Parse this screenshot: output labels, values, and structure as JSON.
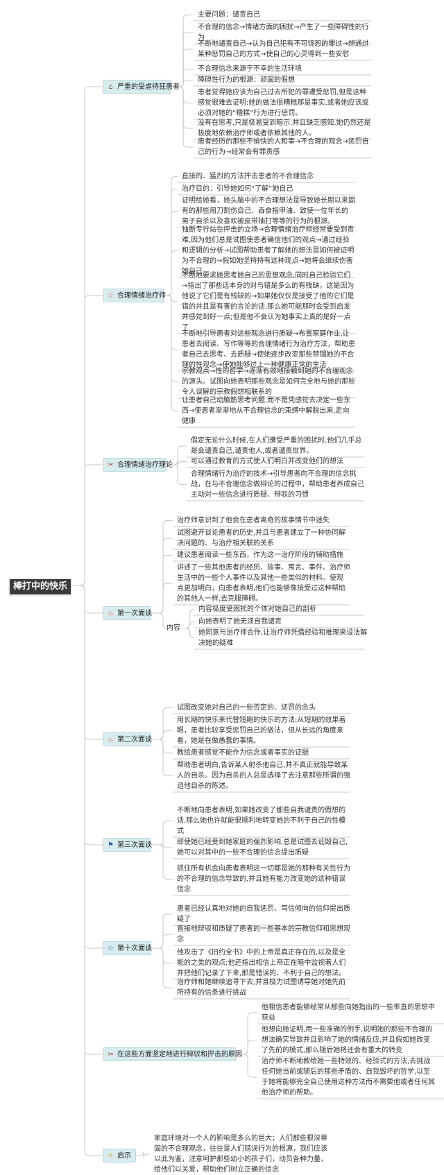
{
  "root": {
    "label": "棒打中的快乐"
  },
  "branches": [
    {
      "label": "严重的受虐待狂患者",
      "icon": "house-icon",
      "items": [
        [
          "主要问题：谴责自己"
        ],
        [
          "不合理的信念→情绪方面的困扰→产生了一些障碍性的行",
          "为"
        ],
        [
          "不断地谴责自己→认为自己犯有不可饶恕的罪过→想通过",
          "某种惩罚自己的方式→使自己的心灵得到一些安慰"
        ],
        [
          "不合理信念来源于不幸的生活环境"
        ],
        [
          "障碍性行为的根源：顽固的假想"
        ],
        [
          "患者觉得她应该为自己过去所犯的罪遭受惩罚,但是这种",
          "感觉很难去证明:她的做法很糟糕那是事实,或者她应该或",
          "必须对她的“糟糕”行为进行惩罚。"
        ],
        [
          "没有在思考,只是极易受到暗示,并且缺乏感知,她仍然还是",
          "极度地依赖治疗师或者依赖其他的人。"
        ],
        [
          "患者经历的那些不愉快的人和事→不合理的观念→惩罚自",
          "己的行为→经常会有罪责感"
        ]
      ]
    },
    {
      "label": "合理情绪治疗师",
      "icon": "star-outline-icon",
      "items": [
        [
          "直接的、猛烈的方法抨击患者的不合理信念"
        ],
        [
          "治疗目的：引导她如何“了解”她自己"
        ],
        [
          "证明给她看，她头脑中的不合理想法是导致她长期以来固",
          "有的那些用刀割伤自己、吞食指甲油、致使一位年长的",
          "男子自杀以及喜欢被皮带抽打等等的行为的根源。"
        ],
        [
          "独断专行站在抨击的立场→合理情绪治疗师经常要受到责",
          "难,因为他们总是试图使患者确信他们的观点→通过经验",
          "和逻辑的分析→试图帮助患者了解她的想法是如何被证明",
          "为不合理的→假如她坚持持有这种观点→她将会继续伤害",
          "她自己"
        ],
        [
          "不断地要求她思考她自己的思想观念,同时自己检验它们",
          "→指出了那些话本身的对与错是多么的有残缺，这是因为",
          "他说了它们是有残缺的→如果她仅仅是接受了他的它们是",
          "错的并且是有害的言论的话,那么她可能那时会受到启发",
          "并感觉到好一点;但是他不会认为她事实上真的是好一点",
          "了"
        ],
        [
          "不断地引导患者对这些观念进行质疑→布置家庭作业,让",
          "患者去阅读、写作等等的合理情绪行为治疗方法，帮助患",
          "者自己去思考、去质疑→使她逐步改变那些禁锢她的不合",
          "理的性观念→使她能够过上一种健康正常的生活"
        ],
        [
          "宗教观点→性的哲学→逐渐有效地接触到她的不合理观念",
          "的源头。试图向她表明那些观念是如何完全地与她的那些",
          "令人误解的宗教假想相联系的"
        ],
        [
          "让患者自己动脑筋思考问题,而不是凭感觉去决定一些东",
          "西→使患者渐渐地从不合理信念的束缚中解脱出来,走向",
          "健康"
        ]
      ]
    },
    {
      "label": "合理情绪治疗理论",
      "icon": "tools-icon",
      "items": [
        [
          "假定无论什么时候,在人们遭受严重的困扰时,他们几乎总",
          "是会谴责自己,谴责他人,或者谴责世界。"
        ],
        [
          "可以通过教育的方式使人们明白并改变他们的想法"
        ],
        [
          "合理情绪行为治疗的技术→引导患者向不合理的信念挑",
          "战，在与不合理信念做辩论的过程中，帮助患者养成自己",
          "主动对一些信念进行质疑、辩驳的习惯"
        ]
      ]
    },
    {
      "label": "第一次面谈",
      "icon": "fire-icon",
      "items": [
        [
          "治疗师意识到了他会在患者离奇的故事情节中迷失"
        ],
        [
          "试图避开谈论患者的历史,并且与患者建立了一种协同解",
          "决问题的、与治疗相关联的关系"
        ],
        [
          "建议患者阅读一些东西，作为这一治疗阶段的辅助措施"
        ],
        [
          "讲述了一些其他患者的经历、故事、寓言、事件、治疗师",
          "生活中的一些个人事件以及其他一些类似的材料。使观",
          "点更加明白，向患者表明,他们也能够像接受过这种帮助",
          "的其他人一样,去克服障碍。"
        ]
      ],
      "sub": {
        "label": "内容",
        "items": [
          [
            "内容极度受困扰的个体对她自己的剖析"
          ],
          [
            "向她表明了她无须自我谴责"
          ],
          [
            "她同意与治疗师合作,让治疗师凭借经验和推理来设法解",
            "决她的疑难"
          ]
        ]
      }
    },
    {
      "label": "第二次面谈",
      "icon": "fire-icon",
      "items": [
        [
          "试图改变她对自己的一些否定的、惩罚的念头"
        ],
        [
          "用长期的快乐来代替短期的快乐的方法:从短期的效果着",
          "眼，患者比较享受惩罚自己的做法，但从长远的角度来",
          "看，她是在做愚蠢的事情。"
        ],
        [
          "教给患者感觉不能作为信念或者事实的证据"
        ],
        [
          "帮助患者明白,告诉某人射杀他自己,并不真正就能导致某",
          "人的自杀。因为自杀的人总是选择了去注意那些所谓的强",
          "迫他自杀的陈述。"
        ]
      ]
    },
    {
      "label": "第三次面谈",
      "icon": "flag-icon",
      "items": [
        [
          "不断地向患者表明,如果她改变了那些自我谴责的假想的",
          "话,那么她也许就能很顺利地转变她的不利于自己的性模",
          "式"
        ],
        [
          "即使她已经受到她家庭的强烈影响,总是试图去诋毁自己,",
          "她可以对其中的一些不合理的信念提出质疑"
        ],
        [
          "抓住所有机会向患者表明这一切都是她的那种有关性行为",
          "的不合理的信念导致的,并且她有能力改变她的这种错误",
          "信念"
        ]
      ]
    },
    {
      "label": "第十次面谈",
      "icon": "star-icon",
      "items": [
        [
          "患者已经认真地对她的自我惩罚、笃信倾向的信仰提出质",
          "疑了"
        ],
        [
          "直接地辩驳和质疑了患者的一些基本的宗教信仰和思想观",
          "念"
        ],
        [
          "他攻击了《旧约全书》中的上帝是真正存在的,以及是全",
          "能的之类的观点;他还指出相信上帝正在暗中监视着人们",
          "并把他们记录了下来,那是错误的、不利于自己的想法。"
        ],
        [
          "治疗师和她继续追寻下去,并且极力试图诱导她对她先前",
          "所持有的信条进行挑战"
        ]
      ]
    },
    {
      "label": "在这些方面坚定地进行辩驳和抨击的原因",
      "icon": "tools-icon",
      "items": [
        [
          "他相信患者能够经常从那些向她指出的一些率直的思想中",
          "获益"
        ],
        [
          "他想向她证明,用一些准确的例手,说明她的那些不合理的",
          "想法确实导致并且影响了她的情绪反应,并且假如她改变",
          "了先前的模式,那么随后她将还会有重大的转变"
        ],
        [
          "治疗师不断地教给她一些特效的、经验式的方法,去挑战",
          "任何她当前或随后的那些矛盾的、自我毁坏的哲学,以至",
          "于她将能够完全自己使用这种方法而不需要他或者任何其",
          "他治疗师的帮助。"
        ]
      ]
    },
    {
      "label": "启示",
      "icon": "sun-icon",
      "items": [
        [
          "家庭环境对一个人的影响是多么的巨大；人们那些根深蒂",
          "固的不合理观念，往往是人们错误行为的根源，我们应该",
          "以此为鉴，注意呵护那些幼小的孩子们，动员各种力量，",
          "给他们以关爱，帮助他们树立正确的信念"
        ]
      ]
    }
  ]
}
